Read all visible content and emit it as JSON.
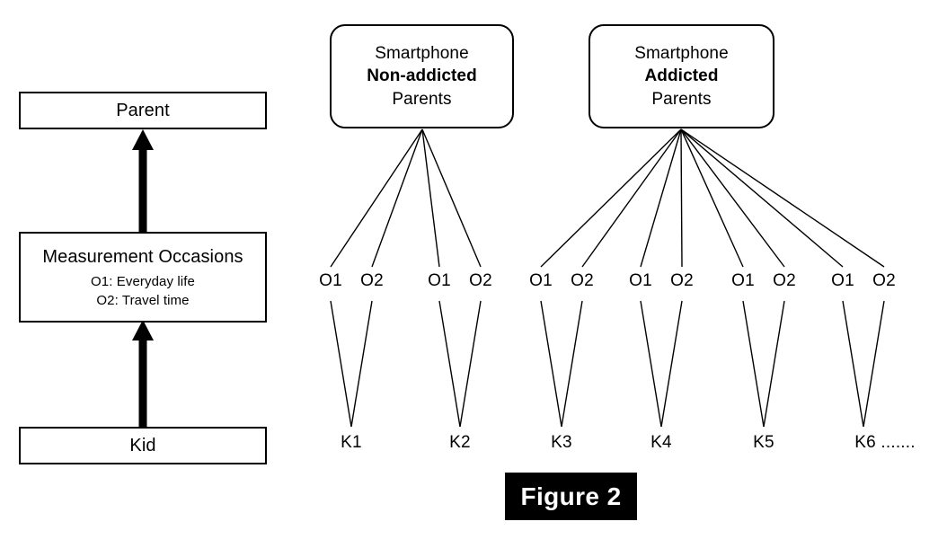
{
  "figure": {
    "caption": "Figure 2",
    "caption_bg": "#000000",
    "caption_fg": "#ffffff"
  },
  "legend_panel": {
    "top_box": {
      "label": "Parent"
    },
    "middle_box": {
      "title": "Measurement Occasions",
      "line1": "O1: Everyday life",
      "line2": "O2: Travel time"
    },
    "bottom_box": {
      "label": "Kid"
    },
    "arrows": [
      {
        "name": "kid-to-measurement",
        "direction": "up"
      },
      {
        "name": "measurement-to-parent",
        "direction": "up"
      }
    ]
  },
  "tree": {
    "groups": [
      {
        "id": "non-addicted",
        "line1": "Smartphone",
        "line2": "Non-addicted",
        "line2_bold": true,
        "line3": "Parents",
        "child_count": 2
      },
      {
        "id": "addicted",
        "line1": "Smartphone",
        "line2": "Addicted",
        "line2_bold": true,
        "line3": "Parents",
        "child_count": 4
      }
    ],
    "occasion_labels": [
      "O1",
      "O2",
      "O1",
      "O2",
      "O1",
      "O2",
      "O1",
      "O2",
      "O1",
      "O2",
      "O1",
      "O2"
    ],
    "kid_labels": [
      "K1",
      "K2",
      "K3",
      "K4",
      "K5",
      "K6 ......."
    ]
  },
  "colors": {
    "stroke": "#000000",
    "background": "#ffffff"
  }
}
